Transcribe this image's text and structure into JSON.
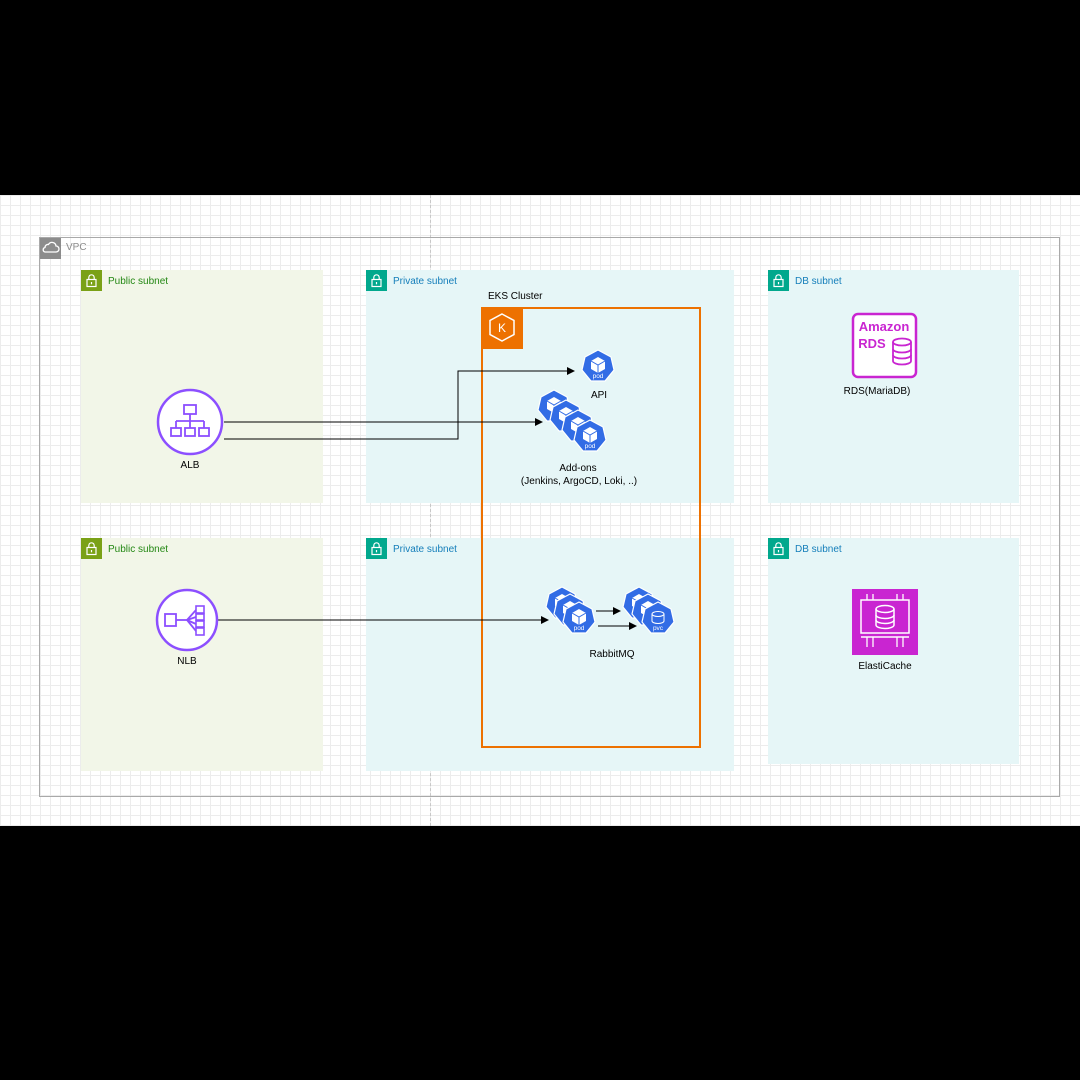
{
  "vpc": {
    "label": "VPC"
  },
  "subnets": {
    "public_top": {
      "label": "Public subnet"
    },
    "private_top": {
      "label": "Private subnet"
    },
    "db_top": {
      "label": "DB subnet"
    },
    "public_bottom": {
      "label": "Public subnet"
    },
    "private_bottom": {
      "label": "Private subnet"
    },
    "db_bottom": {
      "label": "DB subnet"
    }
  },
  "eks": {
    "label": "EKS Cluster",
    "icon_text": "K"
  },
  "nodes": {
    "alb": {
      "label": "ALB"
    },
    "nlb": {
      "label": "NLB"
    },
    "api": {
      "label": "API",
      "pod_text": "pod"
    },
    "addons": {
      "label_line1": "Add-ons",
      "label_line2": "(Jenkins, ArgoCD, Loki, ..)",
      "pod_text": "pod"
    },
    "rabbitmq": {
      "label": "RabbitMQ",
      "pod_text": "pod",
      "pvc_text": "pvc"
    },
    "rds": {
      "label": "RDS(MariaDB)",
      "logo_line1": "Amazon",
      "logo_line2": "RDS"
    },
    "elasticache": {
      "label": "ElastiCache"
    }
  },
  "colors": {
    "public_subnet_bg": "#f2f6e8",
    "public_subnet_accent": "#7aa116",
    "private_subnet_bg": "#e6f6f7",
    "private_subnet_accent": "#01a88d",
    "eks_orange": "#ed7100",
    "networking_purple": "#8c4fff",
    "k8s_blue": "#326ce5",
    "database_magenta": "#c925d1"
  }
}
